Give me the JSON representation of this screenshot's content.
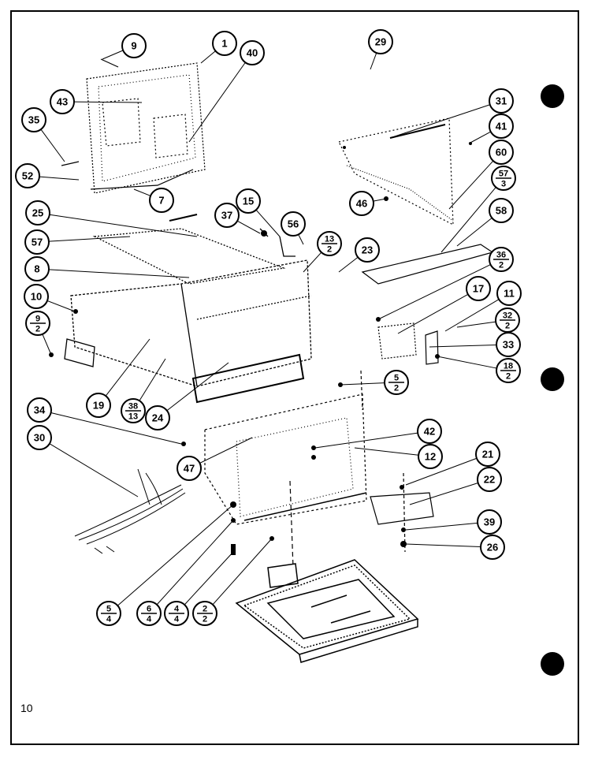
{
  "page_number": "10",
  "callouts": [
    "9",
    "1",
    "40",
    "29",
    "43",
    "35",
    "52",
    "7",
    "31",
    "41",
    "60",
    "46",
    "58",
    "25",
    "37",
    "15",
    "56",
    "57",
    "23",
    "8",
    "10",
    "19",
    "24",
    "17",
    "11",
    "33",
    "34",
    "30",
    "47",
    "42",
    "12",
    "21",
    "22",
    "39",
    "26"
  ],
  "fractions": [
    {
      "num": "57",
      "den": "3"
    },
    {
      "num": "13",
      "den": "2"
    },
    {
      "num": "36",
      "den": "2"
    },
    {
      "num": "9",
      "den": "2"
    },
    {
      "num": "32",
      "den": "2"
    },
    {
      "num": "18",
      "den": "2"
    },
    {
      "num": "38",
      "den": "13"
    },
    {
      "num": "5",
      "den": "2"
    },
    {
      "num": "5",
      "den": "4"
    },
    {
      "num": "6",
      "den": "4"
    },
    {
      "num": "4",
      "den": "4"
    },
    {
      "num": "2",
      "den": "2"
    }
  ]
}
